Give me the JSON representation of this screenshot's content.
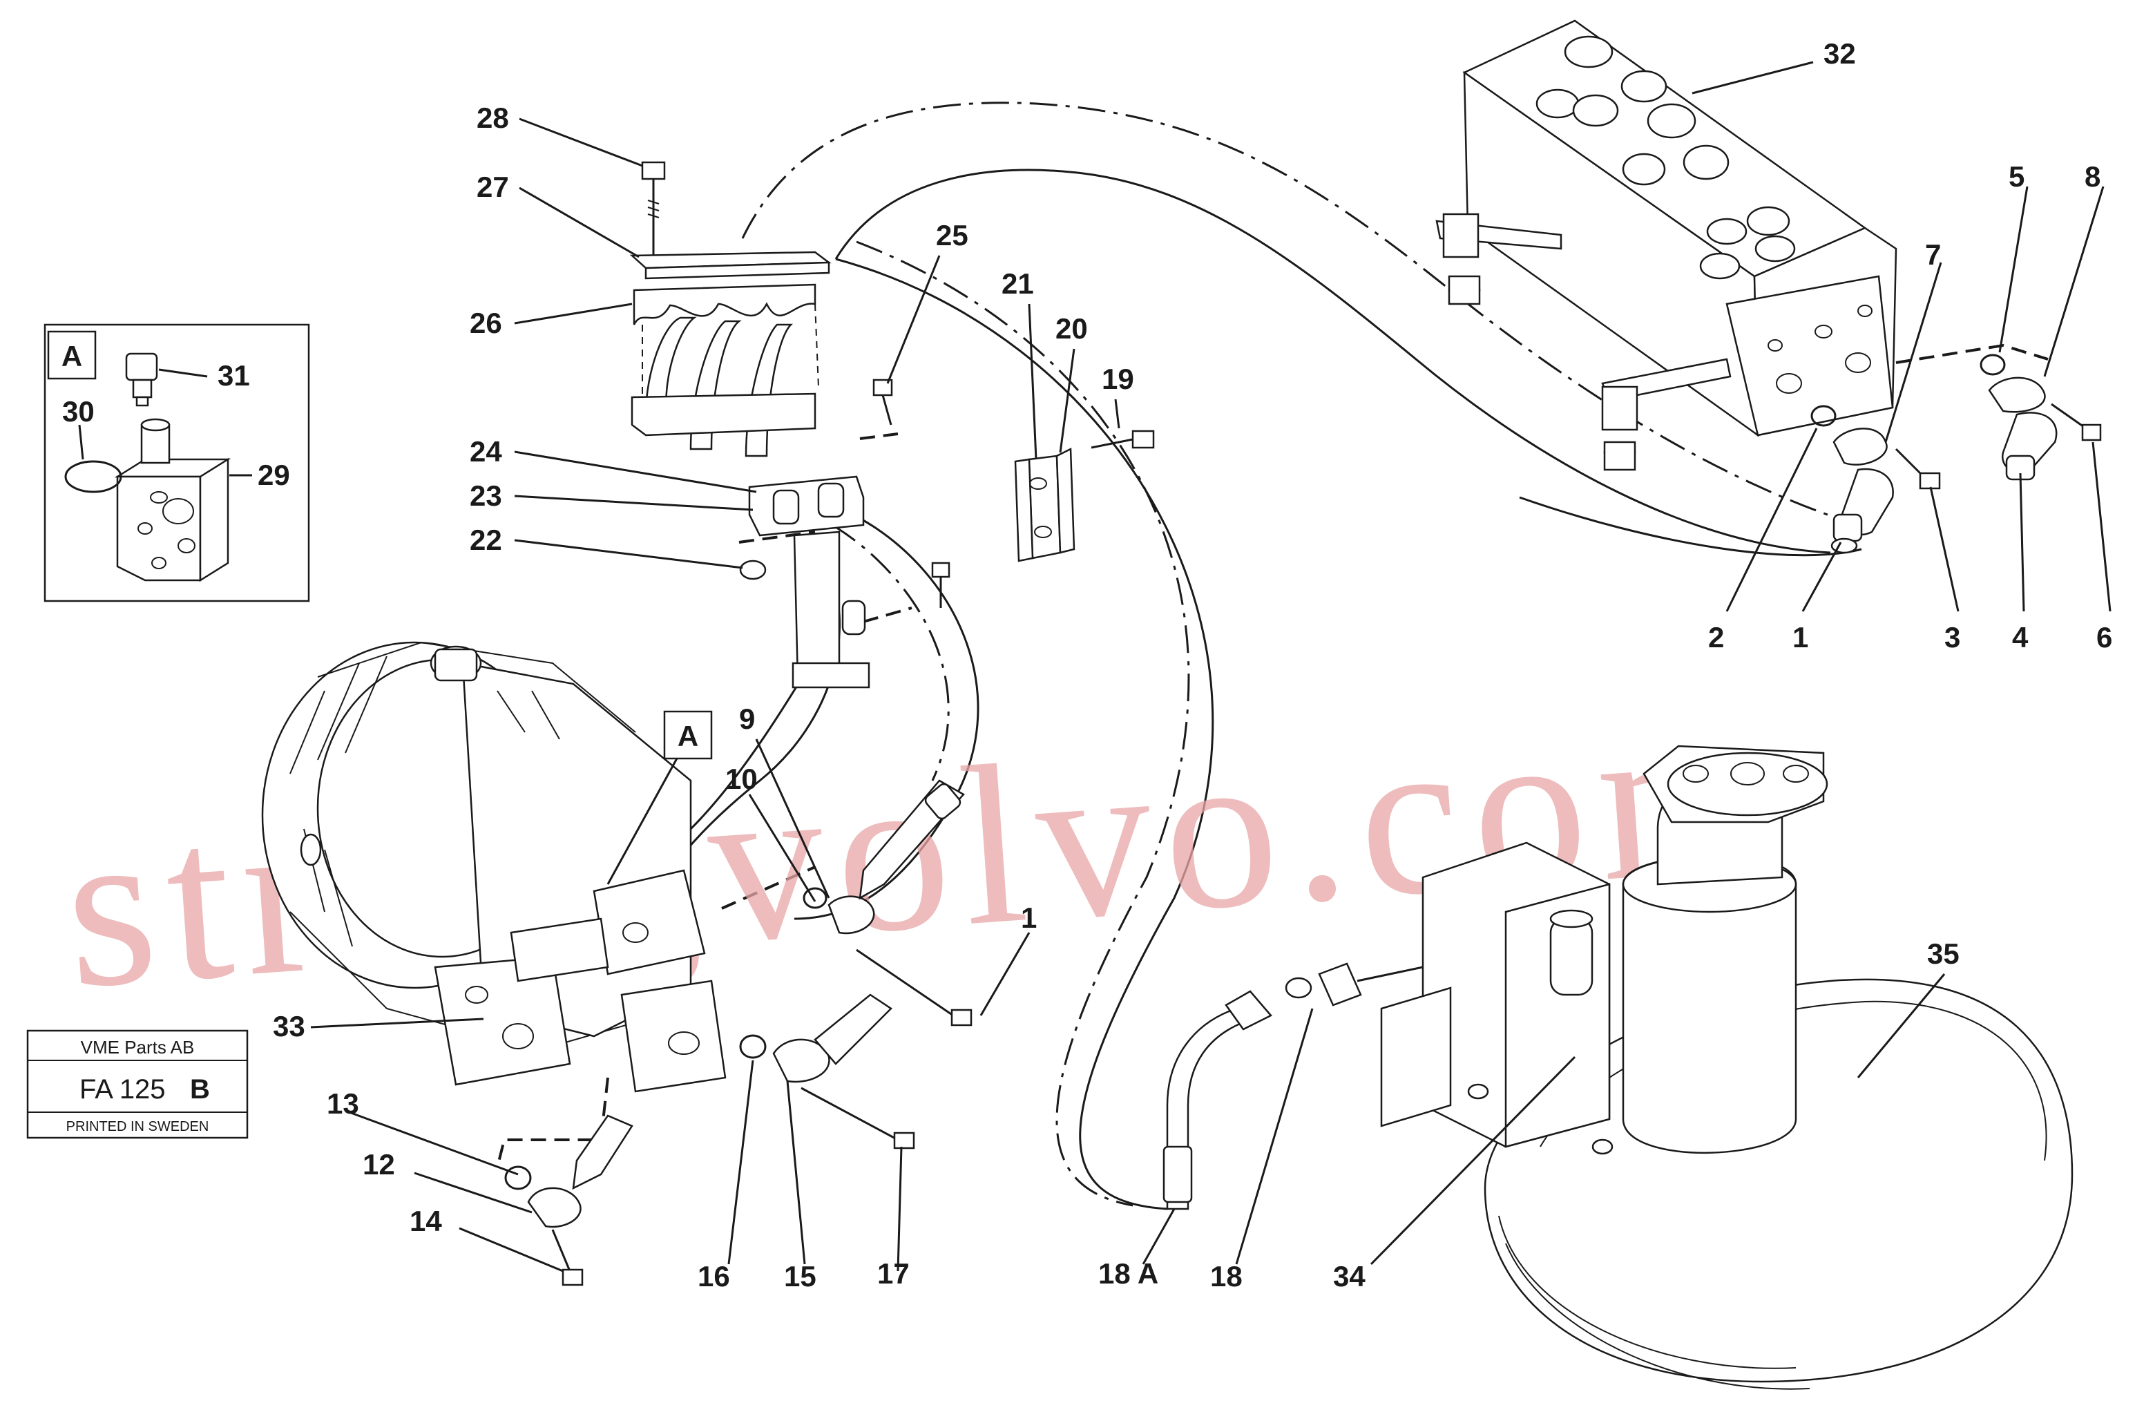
{
  "watermark": "strongvolvo.com",
  "inset": {
    "label": "A",
    "callouts": {
      "c29": "29",
      "c30": "30",
      "c31": "31"
    }
  },
  "section_marker": "A",
  "stamp": {
    "company": "VME Parts AB",
    "code": "FA 125",
    "code_suffix": "B",
    "printed": "PRINTED IN SWEDEN"
  },
  "callouts": {
    "c1": "1",
    "c1b": "1",
    "c2": "2",
    "c3": "3",
    "c4": "4",
    "c5": "5",
    "c6": "6",
    "c7": "7",
    "c8": "8",
    "c9": "9",
    "c10": "10",
    "c12": "12",
    "c13": "13",
    "c14": "14",
    "c15": "15",
    "c16": "16",
    "c17": "17",
    "c18": "18",
    "c18a": "18 A",
    "c19": "19",
    "c20": "20",
    "c21": "21",
    "c22": "22",
    "c23": "23",
    "c24": "24",
    "c25": "25",
    "c26": "26",
    "c27": "27",
    "c28": "28",
    "c32": "32",
    "c33": "33",
    "c34": "34",
    "c35": "35"
  }
}
